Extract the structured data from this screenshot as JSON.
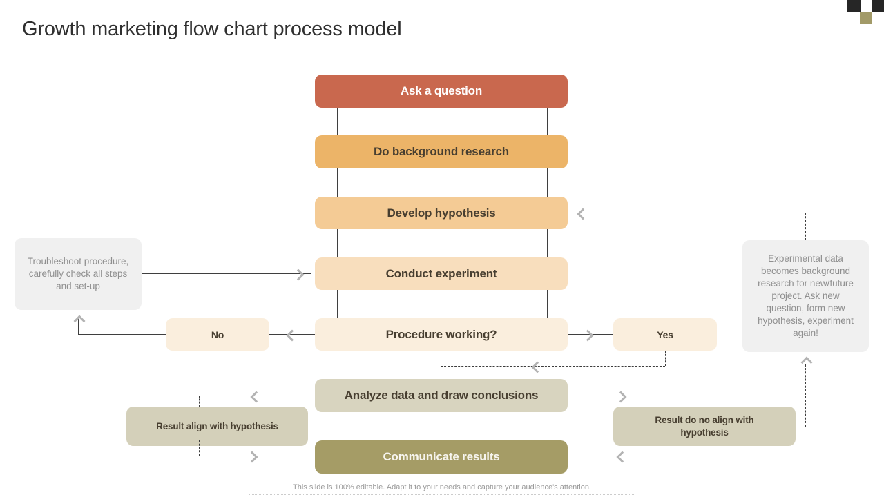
{
  "title": "Growth marketing flow chart process model",
  "footer": "This slide is 100% editable. Adapt it to your needs and capture your audience's attention.",
  "colors": {
    "terracotta": "#c9684e",
    "amber": "#ecb468",
    "light_orange": "#f4cb95",
    "peach": "#f8debd",
    "cream": "#faeedd",
    "beige": "#d8d4bf",
    "beige_dark": "#d4d0ba",
    "olive": "#a59c66",
    "panel_gray": "#f0f0f0",
    "text_ink": "#473e30",
    "line": "#3f3f3f",
    "arrowhead": "#b3b3b3",
    "decor_black": "#262626",
    "decor_olive": "#a29a68"
  },
  "nodes": {
    "ask": {
      "label": "Ask a question"
    },
    "research": {
      "label": "Do background research"
    },
    "hypothesis": {
      "label": "Develop hypothesis"
    },
    "experiment": {
      "label": "Conduct experiment"
    },
    "procedure": {
      "label": "Procedure working?"
    },
    "analyze": {
      "label": "Analyze data and draw conclusions"
    },
    "communicate": {
      "label": "Communicate results"
    },
    "no": {
      "label": "No"
    },
    "yes": {
      "label": "Yes"
    },
    "troubleshoot": {
      "label": "Troubleshoot procedure, carefully check all steps and set-up"
    },
    "loop_note": {
      "label": "Experimental data becomes background research for new/future project. Ask new question, form new hypothesis, experiment again!"
    },
    "result_align": {
      "label": "Result align with hypothesis"
    },
    "result_not_align": {
      "label": "Result do no align with hypothesis"
    }
  }
}
